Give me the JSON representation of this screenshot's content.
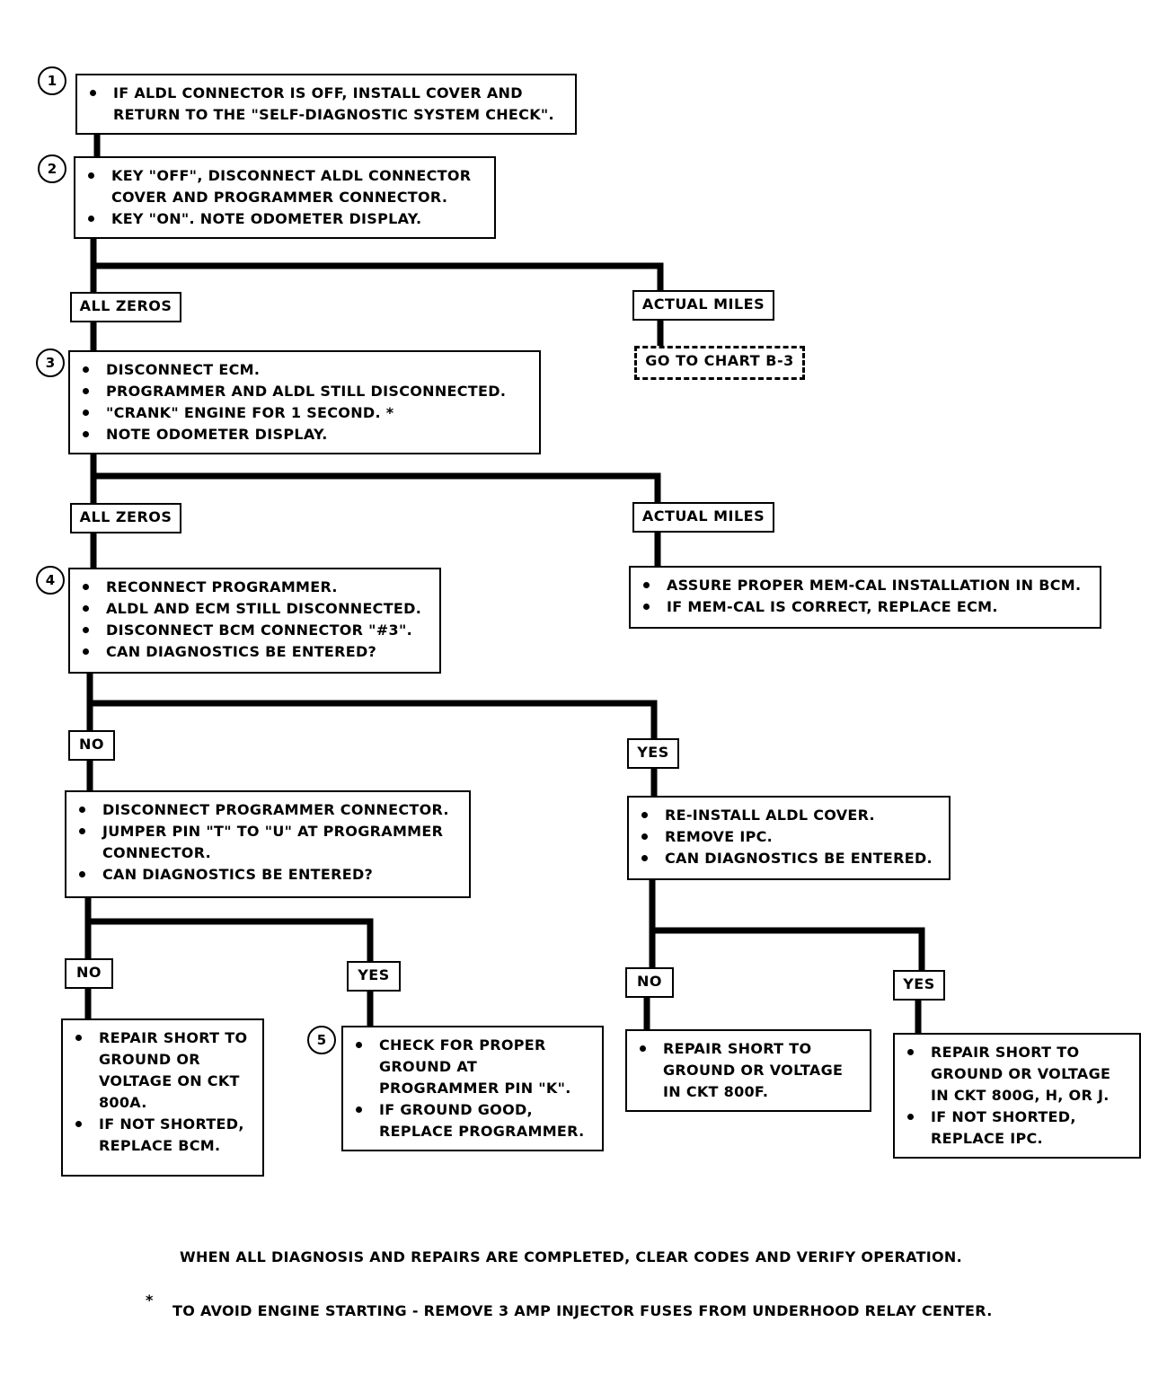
{
  "steps": {
    "s1": {
      "number": "1",
      "lines": [
        [
          "IF ALDL CONNECTOR IS OFF, INSTALL COVER AND",
          "RETURN TO THE \"SELF-DIAGNOSTIC SYSTEM CHECK\"."
        ]
      ]
    },
    "s2": {
      "number": "2",
      "lines": [
        [
          "KEY \"OFF\", DISCONNECT ALDL CONNECTOR",
          "COVER AND PROGRAMMER CONNECTOR."
        ],
        [
          "KEY \"ON\". NOTE ODOMETER DISPLAY."
        ]
      ]
    },
    "s3": {
      "number": "3",
      "lines": [
        [
          "DISCONNECT ECM."
        ],
        [
          "PROGRAMMER AND ALDL STILL DISCONNECTED."
        ],
        [
          "\"CRANK\" ENGINE FOR 1 SECOND. *"
        ],
        [
          "NOTE ODOMETER DISPLAY."
        ]
      ]
    },
    "s3b": {
      "lines": [
        [
          "ASSURE PROPER MEM-CAL INSTALLATION IN BCM."
        ],
        [
          "IF MEM-CAL IS CORRECT, REPLACE ECM."
        ]
      ]
    },
    "s4": {
      "number": "4",
      "lines": [
        [
          "RECONNECT PROGRAMMER."
        ],
        [
          "ALDL AND ECM STILL DISCONNECTED."
        ],
        [
          "DISCONNECT BCM CONNECTOR \"#3\"."
        ],
        [
          "CAN DIAGNOSTICS BE ENTERED?"
        ]
      ]
    },
    "s4no": {
      "lines": [
        [
          "DISCONNECT PROGRAMMER CONNECTOR."
        ],
        [
          "JUMPER PIN \"T\" TO \"U\" AT PROGRAMMER",
          "CONNECTOR."
        ],
        [
          "CAN DIAGNOSTICS BE ENTERED?"
        ]
      ]
    },
    "s4yes": {
      "lines": [
        [
          "RE-INSTALL ALDL COVER."
        ],
        [
          "REMOVE IPC."
        ],
        [
          "CAN DIAGNOSTICS BE ENTERED."
        ]
      ]
    },
    "r1": {
      "lines": [
        [
          "REPAIR SHORT TO",
          "GROUND OR",
          "VOLTAGE ON CKT",
          "800A."
        ],
        [
          "IF NOT SHORTED,",
          "REPLACE BCM."
        ]
      ]
    },
    "s5": {
      "number": "5",
      "lines": [
        [
          "CHECK FOR PROPER",
          "GROUND AT",
          "PROGRAMMER PIN \"K\"."
        ],
        [
          "IF GROUND GOOD,",
          "REPLACE PROGRAMMER."
        ]
      ]
    },
    "r3": {
      "lines": [
        [
          "REPAIR SHORT TO",
          "GROUND OR VOLTAGE",
          "IN CKT 800F."
        ]
      ]
    },
    "r4": {
      "lines": [
        [
          "REPAIR SHORT TO",
          "GROUND OR VOLTAGE",
          "IN CKT 800G, H, OR J."
        ],
        [
          "IF NOT SHORTED,",
          "REPLACE IPC."
        ]
      ]
    }
  },
  "branches": {
    "zeros1": "ALL ZEROS",
    "miles1": "ACTUAL MILES",
    "chart": "GO TO CHART B-3",
    "zeros2": "ALL ZEROS",
    "miles2": "ACTUAL MILES",
    "no1": "NO",
    "yes1": "YES",
    "no2": "NO",
    "yes2": "YES",
    "no3": "NO",
    "yes3": "YES"
  },
  "footer": {
    "completion": "WHEN ALL DIAGNOSIS AND REPAIRS ARE COMPLETED, CLEAR CODES AND VERIFY OPERATION.",
    "asterisk": "*",
    "note": "TO AVOID ENGINE STARTING - REMOVE 3 AMP INJECTOR FUSES FROM UNDERHOOD RELAY CENTER."
  }
}
